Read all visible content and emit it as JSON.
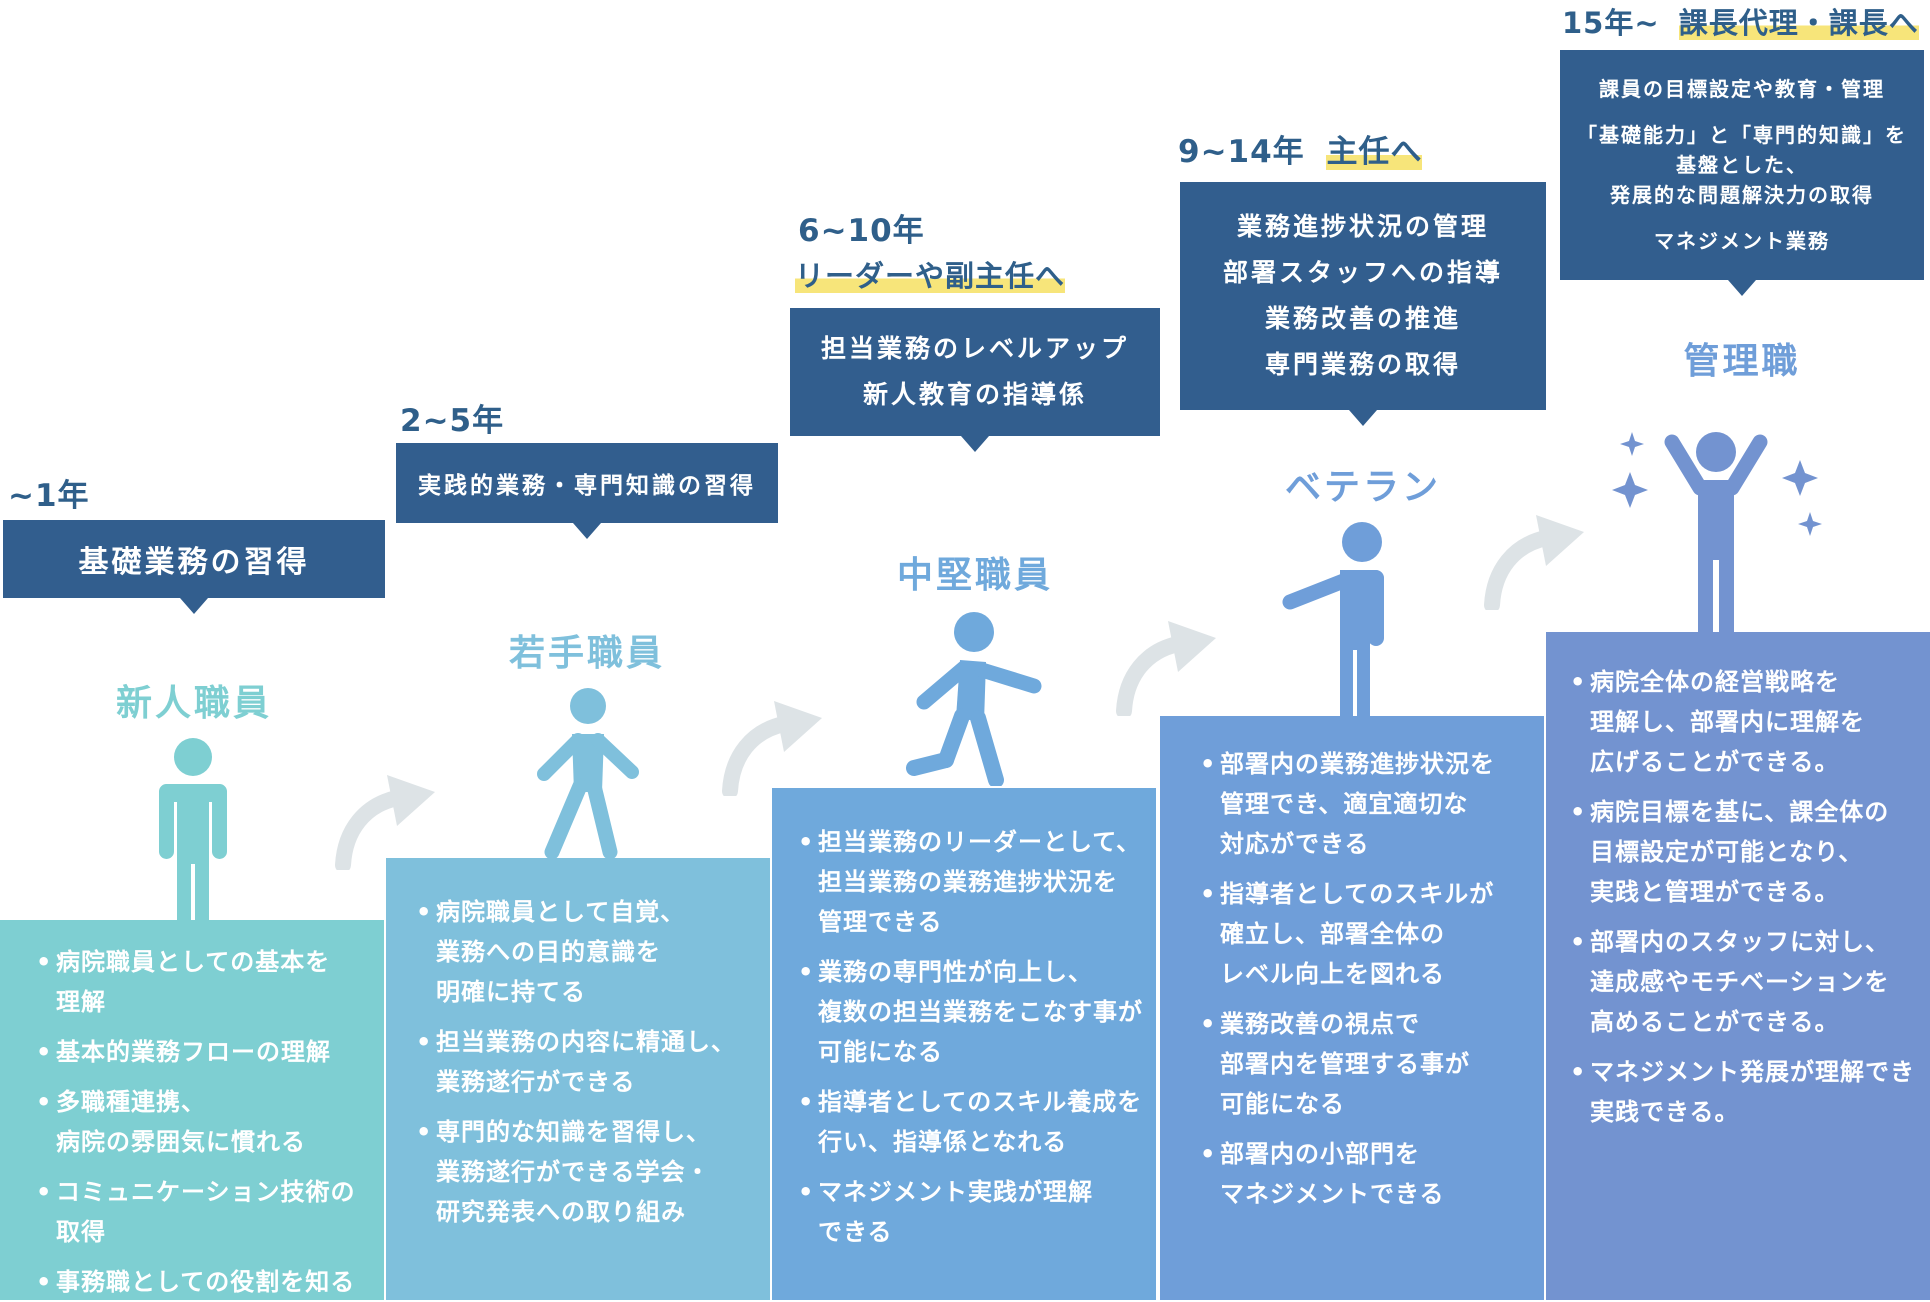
{
  "stages": [
    {
      "years": "~1年",
      "years_suffix": "",
      "role_lines": [
        "基礎業務の習得"
      ],
      "title": "新人職員",
      "items": [
        "病院職員としての基本を\n理解",
        "基本的業務フローの理解",
        "多職種連携、\n病院の雰囲気に慣れる",
        "コミュニケーション技術の\n取得",
        "事務職としての役割を知る"
      ]
    },
    {
      "years": "2~5年",
      "years_suffix": "",
      "role_lines": [
        "実践的業務・専門知識の習得"
      ],
      "title": "若手職員",
      "items": [
        "病院職員として自覚、\n業務への目的意識を\n明確に持てる",
        "担当業務の内容に精通し、\n業務遂行ができる",
        "専門的な知識を習得し、\n業務遂行ができる学会・\n研究発表への取り組み"
      ]
    },
    {
      "years": "6~10年",
      "years_suffix": "リーダーや副主任へ",
      "role_lines": [
        "担当業務のレベルアップ",
        "新人教育の指導係"
      ],
      "title": "中堅職員",
      "items": [
        "担当業務のリーダーとして、\n担当業務の業務進捗状況を\n管理できる",
        "業務の専門性が向上し、\n複数の担当業務をこなす事が\n可能になる",
        "指導者としてのスキル養成を\n行い、指導係となれる",
        "マネジメント実践が理解\nできる"
      ]
    },
    {
      "years": "9~14年",
      "years_suffix": "主任へ",
      "role_lines": [
        "業務進捗状況の管理",
        "部署スタッフへの指導",
        "業務改善の推進",
        "専門業務の取得"
      ],
      "title": "ベテラン",
      "items": [
        "部署内の業務進捗状況を\n管理でき、適宜適切な\n対応ができる",
        "指導者としてのスキルが\n確立し、部署全体の\nレベル向上を図れる",
        "業務改善の視点で\n部署内を管理する事が\n可能になる",
        "部署内の小部門を\nマネジメントできる"
      ]
    },
    {
      "years": "15年~",
      "years_suffix": "課長代理・課長へ",
      "role_lines": [
        "課員の目標設定や教育・管理",
        "「基礎能力」と「専門的知識」を\n基盤とした、\n発展的な問題解決力の取得",
        "マネジメント業務"
      ],
      "title": "管理職",
      "items": [
        "病院全体の経営戦略を\n理解し、部署内に理解を\n広げることができる。",
        "病院目標を基に、課全体の\n目標設定が可能となり、\n実践と管理ができる。",
        "部署内のスタッフに対し、\n達成感やモチベーションを\n高めることができる。",
        "マネジメント発展が理解でき\n実践できる。"
      ]
    }
  ],
  "colors": {
    "role_box": "#325e8e",
    "years_text": "#2f5f8a",
    "highlight": "#f7e57a",
    "arrow": "#dde3e6",
    "stage1": "#7ecfd2",
    "stage2": "#7fc0dc",
    "stage3": "#6fa9dc",
    "stage4": "#6f9ed9",
    "stage5": "#7393d0"
  },
  "icons": [
    "standing-person-icon",
    "walking-person-icon",
    "running-person-icon",
    "presenting-person-icon",
    "celebrating-person-icon",
    "sparkle-icon",
    "curved-arrow-icon"
  ]
}
